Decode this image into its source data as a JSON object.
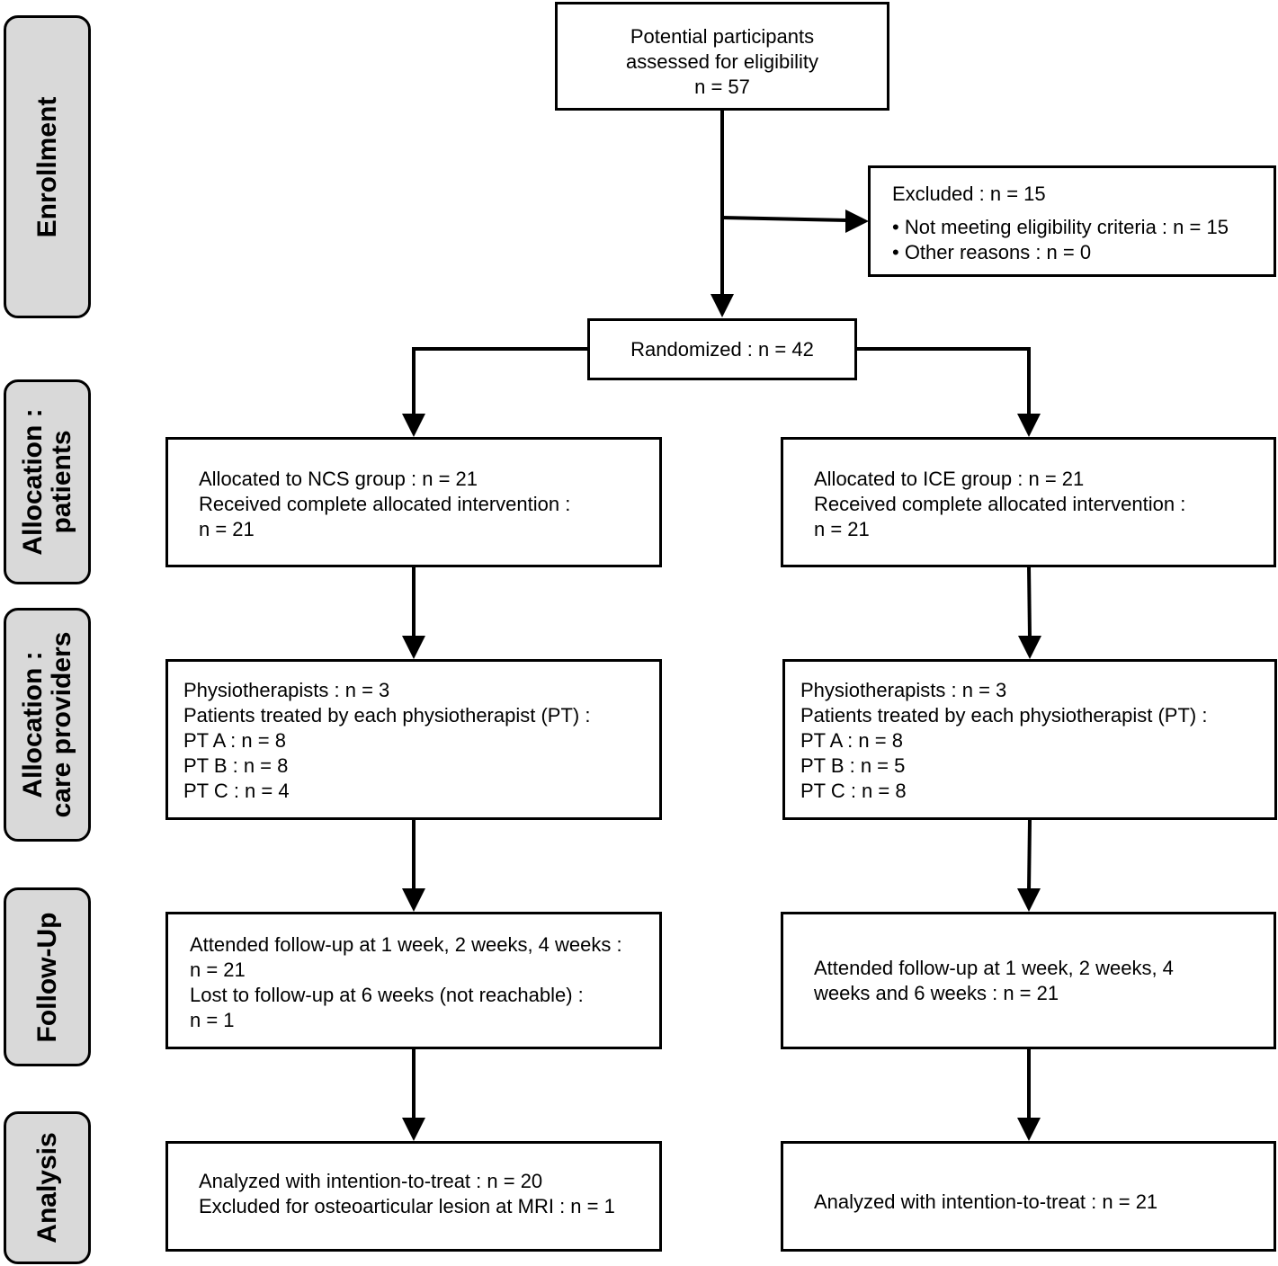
{
  "stages": {
    "enrollment": [
      "Enrollment"
    ],
    "allocation_patients": [
      "Allocation :",
      "patients"
    ],
    "allocation_care": [
      "Allocation :",
      "care providers"
    ],
    "follow_up": [
      "Follow-Up"
    ],
    "analysis": [
      "Analysis"
    ]
  },
  "eligibility": {
    "lines": [
      "Potential participants",
      "assessed for eligibility",
      "n = 57"
    ]
  },
  "excluded": {
    "lines": [
      "Excluded : n = 15",
      "• Not meeting eligibility criteria : n = 15",
      "• Other reasons : n = 0"
    ]
  },
  "randomized": {
    "lines": [
      "Randomized : n = 42"
    ]
  },
  "ncs": {
    "allocation": [
      "Allocated to NCS group : n = 21",
      "Received complete allocated intervention :",
      "n =  21"
    ],
    "providers": [
      "Physiotherapists : n = 3",
      "Patients treated by each physiotherapist (PT) :",
      "PT A : n = 8",
      "PT B : n = 8",
      "PT C : n = 4"
    ],
    "follow_up": [
      "Attended follow-up at 1 week, 2 weeks, 4 weeks :",
      "n = 21",
      "Lost to follow-up at 6 weeks (not reachable) :",
      "n = 1"
    ],
    "analysis": [
      "Analyzed with intention-to-treat : n = 20",
      "Excluded for osteoarticular lesion at MRI : n = 1"
    ]
  },
  "ice": {
    "allocation": [
      "Allocated to ICE group : n = 21",
      "Received complete allocated intervention :",
      "n = 21"
    ],
    "providers": [
      "Physiotherapists : n = 3",
      "Patients treated by each physiotherapist (PT) :",
      "PT A : n = 8",
      "PT B : n = 5",
      "PT C : n = 8"
    ],
    "follow_up": [
      "Attended follow-up at 1 week, 2 weeks, 4",
      "weeks and 6 weeks : n = 21"
    ],
    "analysis": [
      "Analyzed with intention-to-treat : n = 21"
    ]
  },
  "colors": {
    "stage_fill": "#d9d9d9",
    "line": "#000000",
    "box_fill": "#ffffff"
  }
}
